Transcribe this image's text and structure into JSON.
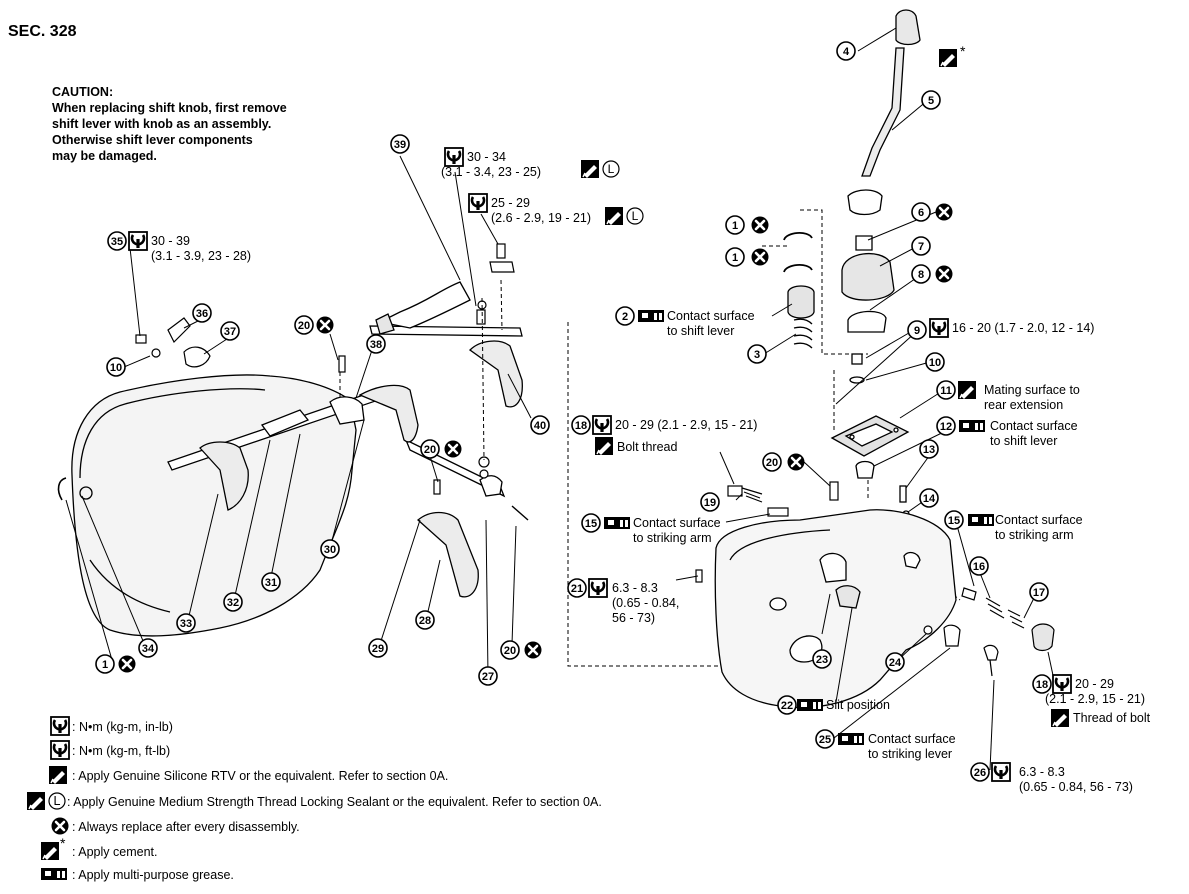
{
  "section": "SEC. 328",
  "caution": {
    "title": "CAUTION:",
    "lines": [
      "When replacing shift knob, first remove",
      "shift lever with knob as an assembly.",
      "Otherwise shift lever components",
      "may be damaged."
    ]
  },
  "parts": [
    "1",
    "2",
    "3",
    "4",
    "5",
    "6",
    "7",
    "8",
    "9",
    "10",
    "11",
    "12",
    "13",
    "14",
    "15",
    "16",
    "17",
    "18",
    "19",
    "20",
    "21",
    "22",
    "23",
    "24",
    "25",
    "26",
    "27",
    "28",
    "29",
    "30",
    "31",
    "32",
    "33",
    "34",
    "35",
    "36",
    "37",
    "38",
    "39",
    "40"
  ],
  "callouts": {
    "c35_line1": "30 - 39",
    "c35_line2": "(3.1 - 3.9, 23 - 28)",
    "c39a_line1": "30 - 34",
    "c39a_line2": "(3.1 - 3.4, 23 - 25)",
    "c39b_line1": "25 - 29",
    "c39b_line2": "(2.6 - 2.9, 19 - 21)",
    "c2_line1": "Contact surface",
    "c2_line2": "to shift lever",
    "c9": "16 - 20 (1.7 - 2.0, 12 - 14)",
    "c11_line1": "Mating surface to",
    "c11_line2": "rear extension",
    "c12_line1": "Contact surface",
    "c12_line2": "to shift lever",
    "c18a_line1": "20 - 29 (2.1 - 2.9, 15 - 21)",
    "c18a_line2": "Bolt thread",
    "c15a_line1": "Contact surface",
    "c15a_line2": "to striking arm",
    "c15b_line1": "Contact surface",
    "c15b_line2": "to striking arm",
    "c21_line1": "6.3 - 8.3",
    "c21_line2": "(0.65 - 0.84,",
    "c21_line3": "56 - 73)",
    "c18b_line1": "20 - 29",
    "c18b_line2": "(2.1 - 2.9, 15 - 21)",
    "c18b_line3": "Thread of bolt",
    "c22": "Slit position",
    "c25_line1": "Contact surface",
    "c25_line2": "to striking lever",
    "c26_line1": "6.3 - 8.3",
    "c26_line2": "(0.65 - 0.84, 56 - 73)",
    "star": "*",
    "lock_letter": "L"
  },
  "legend": [
    {
      "icon": "torque-wrench-inlb-icon",
      "text": ": N•m (kg-m, in-lb)"
    },
    {
      "icon": "torque-wrench-ftlb-icon",
      "text": ": N•m (kg-m, ft-lb)"
    },
    {
      "icon": "sealant-tube-icon",
      "text": ": Apply Genuine Silicone RTV or the equivalent. Refer to section 0A."
    },
    {
      "icon": "thread-locking-sealant-icon",
      "text": ": Apply Genuine Medium Strength Thread Locking Sealant or the equivalent. Refer to section 0A."
    },
    {
      "icon": "always-replace-icon",
      "text": ":  Always replace after every disassembly."
    },
    {
      "icon": "cement-icon",
      "text": ":  Apply cement."
    },
    {
      "icon": "grease-icon",
      "text": ":  Apply multi-purpose grease."
    }
  ],
  "colors": {
    "ink": "#000000",
    "paper": "#ffffff",
    "shade": "#d9d9d9"
  }
}
